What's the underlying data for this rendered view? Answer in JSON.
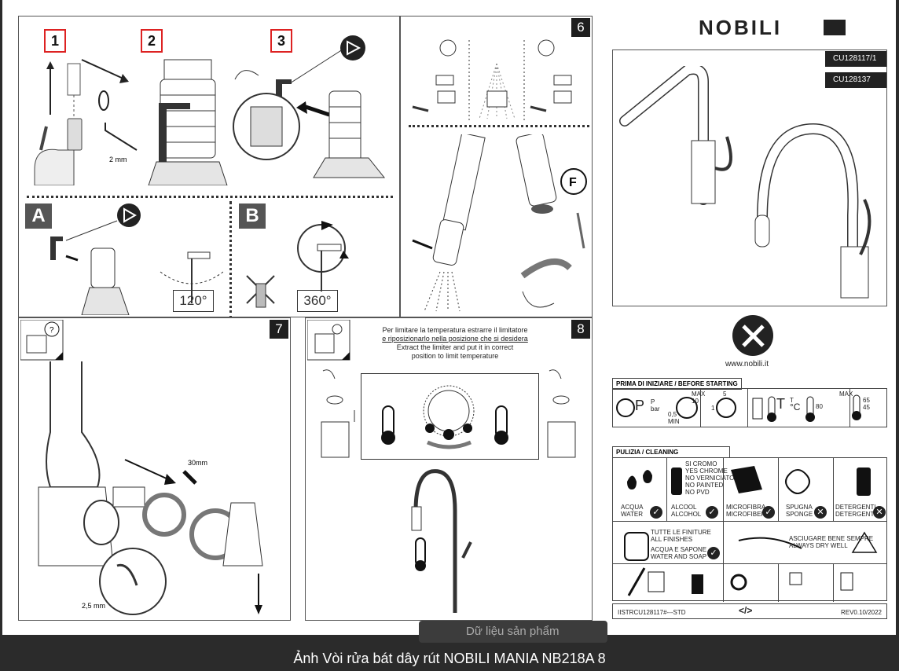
{
  "brand": "NOBILI",
  "codes": [
    "CU128117/1",
    "CU128137"
  ],
  "website": "www.nobili.it",
  "steps": {
    "s1": "1",
    "s2": "2",
    "s3": "3",
    "sA": "A",
    "sB": "B",
    "s6": "6",
    "s7": "7",
    "s8": "8",
    "sF": "F",
    "sQ": "?"
  },
  "measures": {
    "m2mm": "2 mm",
    "angle120": "120°",
    "angle360": "360°",
    "m30mm": "30mm",
    "m25mm": "2,5 mm"
  },
  "step8_text": {
    "it_1": "Per limitare la temperatura estrarre il limitatore",
    "it_2": "e riposizionarlo nella posizione che si desidera",
    "en_1": "Extract the limiter and put it in correct",
    "en_2": "position to limit temperature"
  },
  "before_start": {
    "title": "PRIMA DI INIZIARE / BEFORE STARTING",
    "p": "P",
    "bar": "bar",
    "p_small": "P",
    "max10": "MAX",
    "ten": "10",
    "min": "0,5",
    "minlabel": "MIN",
    "five": "5",
    "one": "1",
    "t": "T",
    "c": "°C",
    "eighty": "80",
    "max": "MAX",
    "sixtyfive": "65",
    "fortyfive": "45"
  },
  "cleaning": {
    "title": "PULIZIA / CLEANING",
    "chrome": [
      "SI CROMO",
      "YES CHROME",
      "NO VERNICIATO",
      "NO PAINTED",
      "NO PVD"
    ],
    "water": [
      "ACQUA",
      "WATER"
    ],
    "alcohol": [
      "ALCOOL",
      "ALCOHOL"
    ],
    "microfiber": [
      "MICROFIBRA",
      "MICROFIBER"
    ],
    "sponge": [
      "SPUGNA",
      "SPONGE"
    ],
    "detergent": [
      "DETERGENTI",
      "DETERGENT"
    ],
    "finishes": [
      "TUTTE LE FINITURE",
      "ALL FINISHES"
    ],
    "soap": [
      "ACQUA E SAPONE",
      "WATER AND SOAP"
    ],
    "dry": [
      "ASCIUGARE BENE SEMPRE",
      "ALWAYS DRY WELL"
    ]
  },
  "footer": {
    "left": "IISTRCU128117#---STD",
    "mid": "</>",
    "right": "REV0.10/2022"
  },
  "caption": "Ảnh Vòi rửa bát dây rút NOBILI MANIA NB218A 8",
  "ghost": "Dữ liệu sản phẩm"
}
